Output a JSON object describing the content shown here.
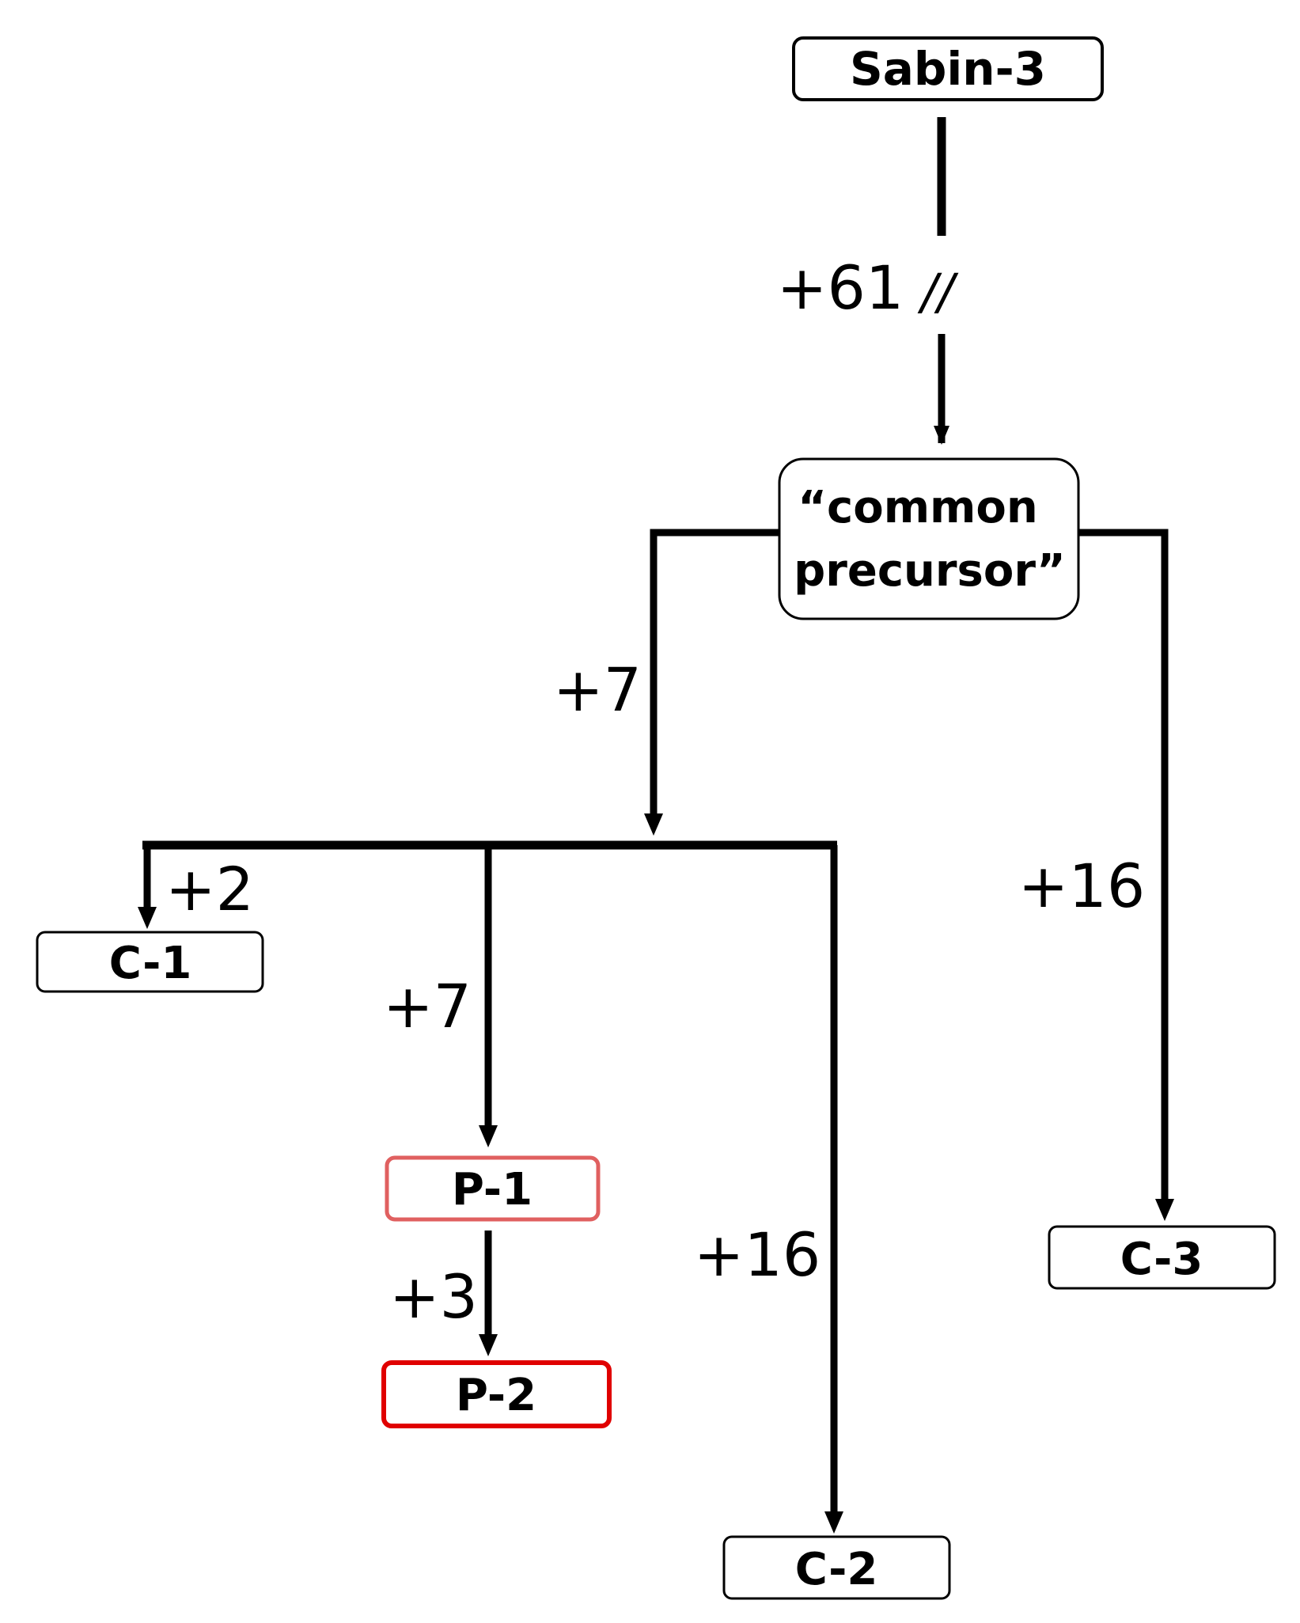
{
  "nodes": {
    "sabin3": "Sabin-3",
    "precursor_line1": "“common",
    "precursor_line2": "precursor”",
    "c1": "C-1",
    "c2": "C-2",
    "c3": "C-3",
    "p1": "P-1",
    "p2": "P-2"
  },
  "edges": {
    "sabin_to_precursor": "+61",
    "break_mark": "//",
    "precursor_to_branch": "+7",
    "branch_to_c1": "+2",
    "branch_to_p1": "+7",
    "p1_to_p2": "+3",
    "branch_to_c2": "+16",
    "precursor_to_c3": "+16"
  },
  "colors": {
    "line": "#000000",
    "p1_border": "#e06060",
    "p2_border": "#e00000"
  }
}
